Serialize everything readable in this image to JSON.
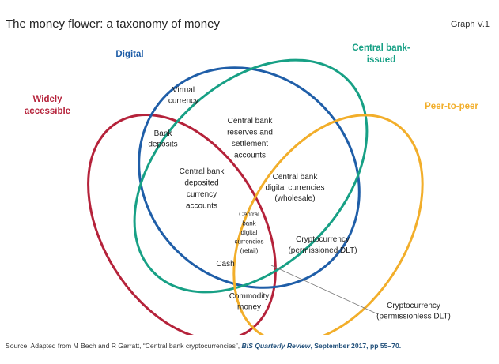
{
  "header": {
    "title": "The money flower: a taxonomy of money",
    "graph_label": "Graph V.1"
  },
  "colors": {
    "widely_accessible": "#b5223a",
    "digital": "#1f5ea8",
    "central_bank_issued": "#17a085",
    "peer_to_peer": "#f2ae2a",
    "text": "#222222"
  },
  "category_labels": {
    "digital": "Digital",
    "central_bank_issued": [
      "Central bank-",
      "issued"
    ],
    "widely_accessible": [
      "Widely",
      "accessible"
    ],
    "peer_to_peer": "Peer-to-peer"
  },
  "regions": {
    "virtual_currency": [
      "Virtual",
      "currency"
    ],
    "bank_deposits": [
      "Bank",
      "deposits"
    ],
    "reserves": [
      "Central bank",
      "reserves and",
      "settlement",
      "accounts"
    ],
    "deposited_accounts": [
      "Central bank",
      "deposited",
      "currency",
      "accounts"
    ],
    "cbdc_wholesale": [
      "Central bank",
      "digital currencies",
      "(wholesale)"
    ],
    "cbdc_retail": [
      "Central",
      "bank",
      "digital",
      "currencies",
      "(retail)"
    ],
    "crypto_permissioned": [
      "Cryptocurrency",
      "(permissioned DLT)"
    ],
    "cash": "Cash",
    "commodity_money": [
      "Commodity",
      "money"
    ],
    "crypto_permissionless": [
      "Cryptocurrency",
      "(permissionless DLT)"
    ]
  },
  "source": {
    "prefix": "Source: Adapted from M Bech and R Garratt, “Central bank cryptocurrencies”, ",
    "citation": "BIS Quarterly Review",
    "suffix": ", September 2017, pp 55–70."
  }
}
